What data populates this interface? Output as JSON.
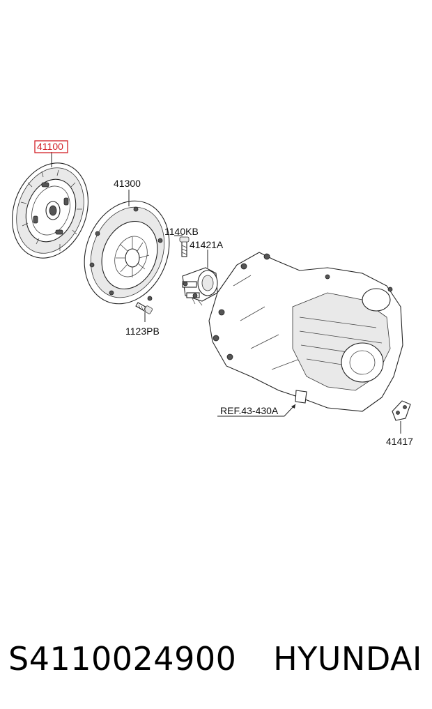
{
  "callouts": {
    "clutch_disc": "41100",
    "clutch_cover": "41300",
    "bolt_cover": "1140KB",
    "release_cylinder": "41421A",
    "bolt_cylinder": "1123PB",
    "transaxle_ref": "REF.43-430A",
    "bracket": "41417"
  },
  "highlight_color": "#d21f26",
  "footer": {
    "part_number": "S4110024900",
    "brand": "HYUNDAI"
  }
}
